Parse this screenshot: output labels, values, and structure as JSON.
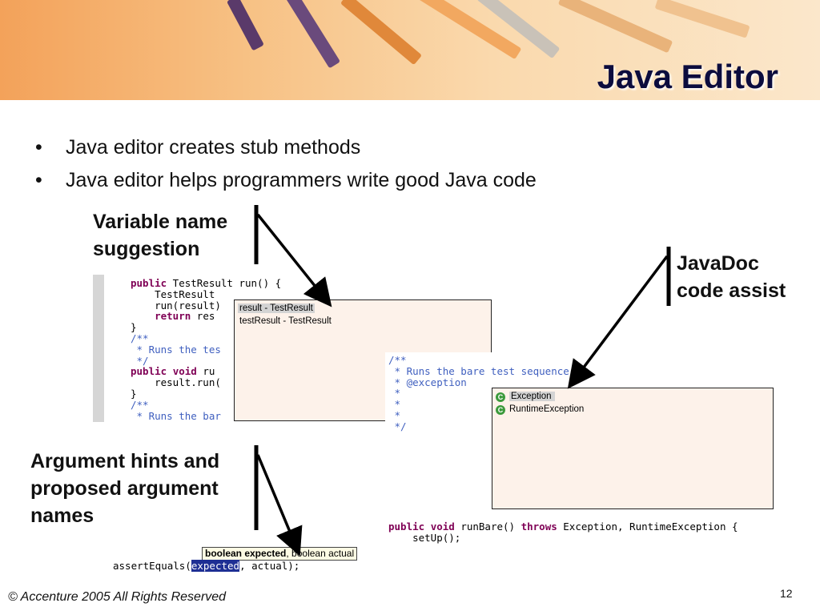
{
  "slide": {
    "title": "Java Editor",
    "bullets": [
      "Java editor creates stub methods",
      "Java editor helps programmers write good Java code"
    ],
    "bullet_glyph": "•"
  },
  "callouts": {
    "variable_name": [
      "Variable name",
      "suggestion"
    ],
    "javadoc": [
      "JavaDoc",
      "code assist"
    ],
    "argument_hints": [
      "Argument hints and",
      "proposed argument",
      "names"
    ]
  },
  "code_left": {
    "l1_kw": "public",
    "l1_rest": " TestResult run() {",
    "l2": "    TestResult",
    "l3": "    run(result)",
    "l4_kw": "return",
    "l4_rest": " res",
    "l5": "}",
    "l6": "/**",
    "l7": " * Runs the tes",
    "l8": " */",
    "l9_kw1": "public",
    "l9_kw2": "void",
    "l9_rest": " ru",
    "l10": "    result.run(",
    "l11": "}",
    "l12": "/**",
    "l13": " * Runs the bar"
  },
  "popup_variable": {
    "items": [
      "result - TestResult",
      "testResult - TestResult"
    ],
    "selected_index": 0
  },
  "code_right": {
    "l1": "/**",
    "l2": " * Runs the bare test sequence.",
    "l3": " * @exception",
    "l4": " *",
    "l5": " *",
    "l6": " *",
    "l7": " */"
  },
  "popup_javadoc": {
    "items": [
      "Exception",
      "RuntimeException"
    ],
    "icon_letter": "C",
    "selected_index": 0
  },
  "code_bottom_right": {
    "l1_kw1": "public",
    "l1_kw2": "void",
    "l1_mid": " runBare() ",
    "l1_kw3": "throws",
    "l1_rest": " Exception, RuntimeException {",
    "l2": "    setUp();"
  },
  "hint": {
    "bold_part": "boolean expected",
    "rest": ", boolean actual",
    "code_pre": "assertEquals(",
    "code_sel": "expected",
    "code_post": ", actual);"
  },
  "footer": {
    "copyright": "© Accenture 2005 All Rights Reserved",
    "page_number": "12"
  },
  "colors": {
    "keyword": "#7f0055",
    "comment": "#3f5fbf",
    "popup_bg": "#fdf2ea",
    "selection": "#1e2f94",
    "title": "#0c0c3e"
  }
}
